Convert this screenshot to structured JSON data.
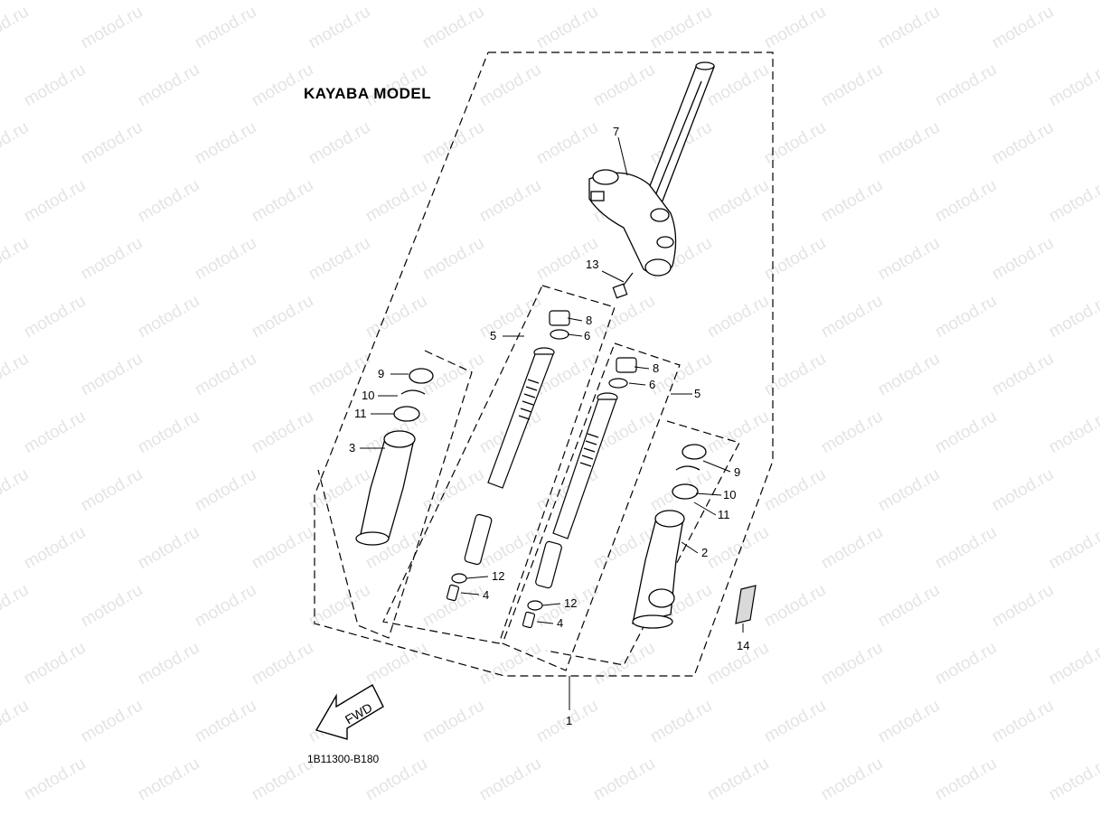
{
  "diagram": {
    "title": "KAYABA MODEL",
    "code": "1B11300-B180",
    "fwd_label": "FWD",
    "watermark": "motod.ru",
    "callouts": [
      "7",
      "13",
      "8",
      "6",
      "5",
      "8",
      "6",
      "5",
      "9",
      "10",
      "11",
      "3",
      "9",
      "10",
      "11",
      "2",
      "12",
      "4",
      "12",
      "4",
      "14",
      "1"
    ]
  },
  "colors": {
    "line": "#000000",
    "watermark": "#e4e4e4",
    "shade": "#d9d9d9"
  }
}
